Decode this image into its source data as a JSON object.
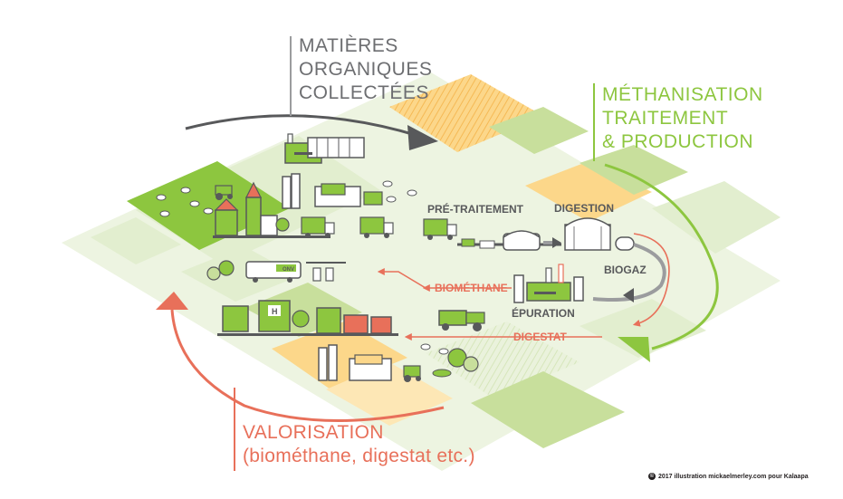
{
  "sections": {
    "collect": [
      "MATIÈRES",
      "ORGANIQUES",
      "COLLECTÉES"
    ],
    "methanisation": [
      "MÉTHANISATION",
      "TRAITEMENT",
      "& PRODUCTION"
    ],
    "valorisation": [
      "VALORISATION",
      "(biométhane, digestat etc.)"
    ]
  },
  "process_labels": {
    "pretreatment": "PRÉ-TRAITEMENT",
    "digestion": "DIGESTION",
    "biogas": "BIOGAZ",
    "purification": "ÉPURATION",
    "biomethane": "BIOMÉTHANE",
    "digestate": "DIGESTAT"
  },
  "signs": {
    "bus_sign": "ONV",
    "hospital_sign": "H"
  },
  "credit": "2017 illustration mickaelmerley.com pour Kalaapa",
  "colors": {
    "collect": "#6d6e71",
    "methanisation": "#8dc63f",
    "valorisation": "#e8705a",
    "dark_grey": "#58595b",
    "light_green": "#e4efcf",
    "field_green": "#c8df9c",
    "orange_field": "#fcd78a"
  }
}
